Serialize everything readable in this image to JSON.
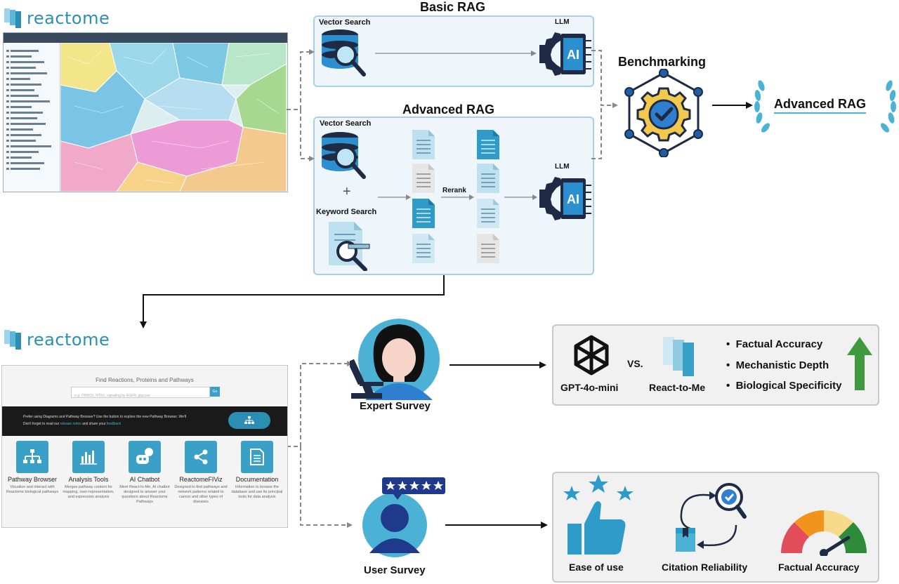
{
  "brand": {
    "name": "reactome",
    "color": "#2b8fb3"
  },
  "basic_rag": {
    "title": "Basic RAG",
    "vector_search": "Vector Search",
    "llm": "LLM"
  },
  "advanced_rag": {
    "title": "Advanced RAG",
    "vector_search": "Vector Search",
    "plus": "+",
    "keyword_search": "Keyword Search",
    "rerank": "Rerank",
    "llm": "LLM"
  },
  "benchmarking": {
    "title": "Benchmarking",
    "result": "Advanced RAG"
  },
  "ai_chip_label": "AI",
  "website": {
    "hero_title": "Find Reactions, Proteins and Pathways",
    "search_placeholder": "e.g. O95631, NTN1, signaling by EGFR, glucose",
    "go_label": "Go",
    "banner_line1": "Prefer using Diagrams and Pathway Browser? Use the button to explore the new Pathway Browser. We'll",
    "banner_line2": "Don't forget to read our ",
    "banner_link1": "release notes",
    "banner_mid": " and share your ",
    "banner_link2": "feedback",
    "features": [
      {
        "title": "Pathway Browser",
        "desc": "Visualize and interact with Reactome biological pathways",
        "icon": "hierarchy-icon"
      },
      {
        "title": "Analysis Tools",
        "desc": "Merges pathway content for mapping, over-representation, and expression analysis",
        "icon": "bar-chart-icon"
      },
      {
        "title": "AI Chatbot",
        "desc": "Meet React-to-Me, AI chatbot designed to answer your questions about Reactome Pathways",
        "icon": "robot-icon"
      },
      {
        "title": "ReactomeFIViz",
        "desc": "Designed to find pathways and network patterns related to cancer and other types of diseases",
        "icon": "share-icon"
      },
      {
        "title": "Documentation",
        "desc": "Information to browse the database and use its principal tools for data analysis",
        "icon": "document-icon"
      }
    ]
  },
  "expert_survey": {
    "label": "Expert Survey",
    "model_a": "GPT-4o-mini",
    "vs": "VS.",
    "model_b": "React-to-Me",
    "criteria": [
      "Factual Accuracy",
      "Mechanistic Depth",
      "Biological Specificity"
    ]
  },
  "user_survey": {
    "label": "User Survey",
    "rating_stars": 5,
    "metrics": [
      "Ease of use",
      "Citation Reliability",
      "Factual Accuracy"
    ]
  },
  "colors": {
    "accent": "#3aa0c8",
    "green_arrow": "#3f9a3f",
    "dark_navy": "#1f2a44",
    "gear_yellow": "#f2c94c"
  }
}
